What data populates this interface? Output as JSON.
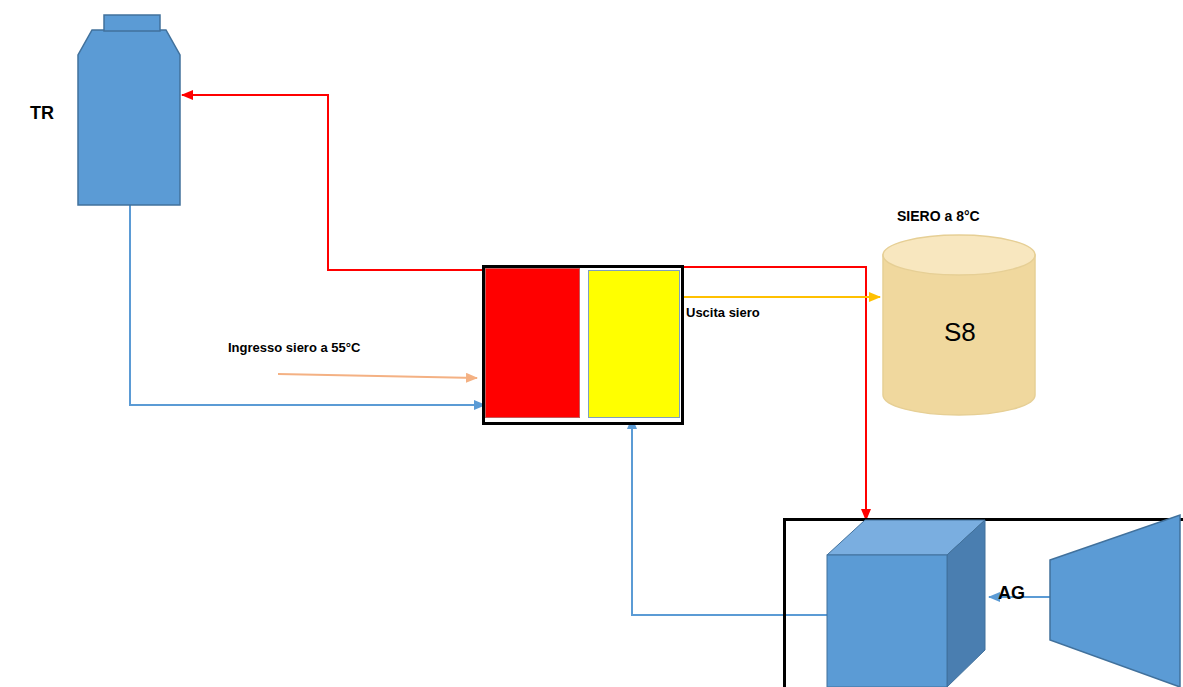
{
  "diagram": {
    "nodes": [
      {
        "text": [
          "TR"
        ]
      },
      {
        "text": []
      },
      {
        "text": [],
        "in": 1
      },
      {
        "text": [],
        "in": 1
      },
      {
        "text": [
          "SIERO a 8°C",
          "S8"
        ]
      },
      {
        "text": [
          "AG"
        ]
      },
      {
        "text": [],
        "in": 5
      },
      {
        "text": [],
        "in": 5
      }
    ],
    "edges": [
      {
        "from": 2,
        "to": 0,
        "arrow": "to"
      },
      {
        "from": 0,
        "to": 2,
        "arrow": "to"
      },
      {
        "from": 1,
        "to": 6,
        "arrow": "to"
      },
      {
        "from": 6,
        "to": 3,
        "arrow": "to"
      },
      {
        "from": 3,
        "to": 4,
        "label": "Uscita siero",
        "arrow": "to"
      },
      {
        "from": 7,
        "to": 6,
        "arrow": "to"
      }
    ],
    "labels": [
      "Ingresso siero a 55°C"
    ]
  }
}
